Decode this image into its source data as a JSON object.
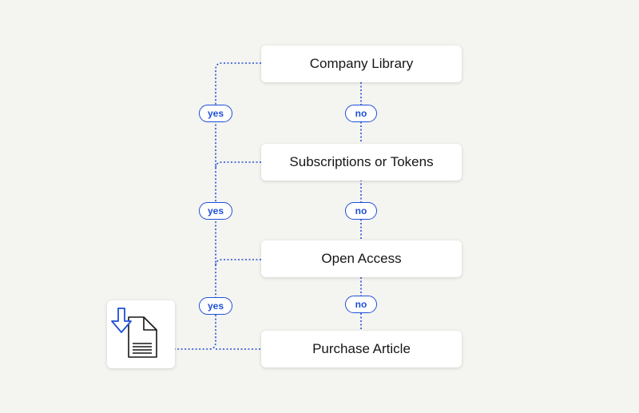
{
  "nodes": {
    "company_library": "Company Library",
    "subscriptions": "Subscriptions or Tokens",
    "open_access": "Open Access",
    "purchase_article": "Purchase Article"
  },
  "labels": {
    "yes_1": "yes",
    "yes_2": "yes",
    "yes_3": "yes",
    "no_1": "no",
    "no_2": "no",
    "no_3": "no"
  },
  "colors": {
    "accent": "#1f4fd8",
    "background": "#f4f4f0",
    "box": "#ffffff",
    "text": "#161616"
  },
  "icons": {
    "document": "download-document-icon"
  }
}
